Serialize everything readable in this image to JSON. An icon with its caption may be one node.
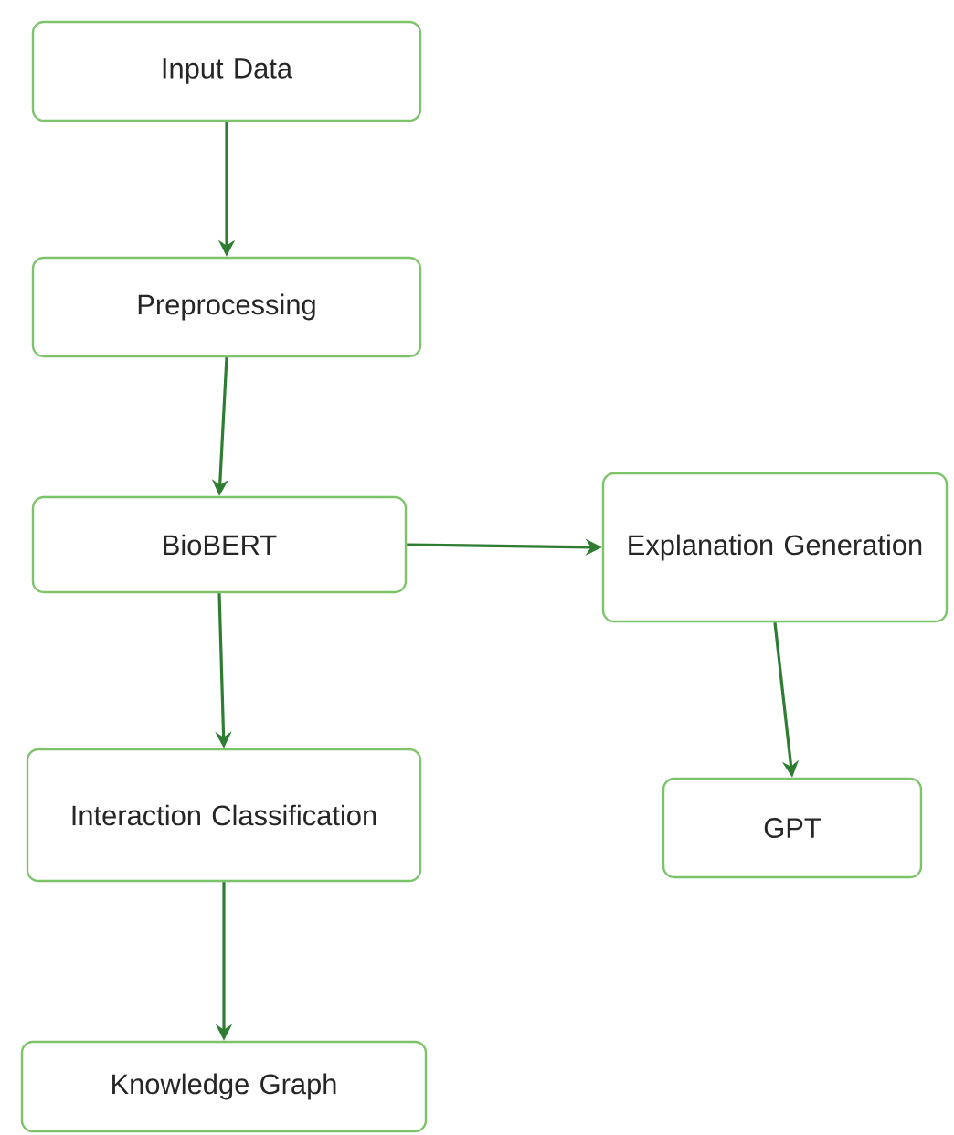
{
  "diagram": {
    "nodes": [
      {
        "text": [
          "Input Data"
        ]
      },
      {
        "text": [
          "Preprocessing"
        ]
      },
      {
        "text": [
          "BioBERT"
        ]
      },
      {
        "text": [
          "Explanation Generation"
        ]
      },
      {
        "text": [
          "Interaction Classification"
        ]
      },
      {
        "text": [
          "GPT"
        ]
      },
      {
        "text": [
          "Knowledge Graph"
        ]
      }
    ],
    "edges": [
      {
        "from": 0,
        "to": 1,
        "arrow": "to"
      },
      {
        "from": 1,
        "to": 2,
        "arrow": "to"
      },
      {
        "from": 2,
        "to": 3,
        "arrow": "to"
      },
      {
        "from": 2,
        "to": 4,
        "arrow": "to"
      },
      {
        "from": 3,
        "to": 5,
        "arrow": "to"
      },
      {
        "from": 4,
        "to": 6,
        "arrow": "to"
      }
    ]
  }
}
